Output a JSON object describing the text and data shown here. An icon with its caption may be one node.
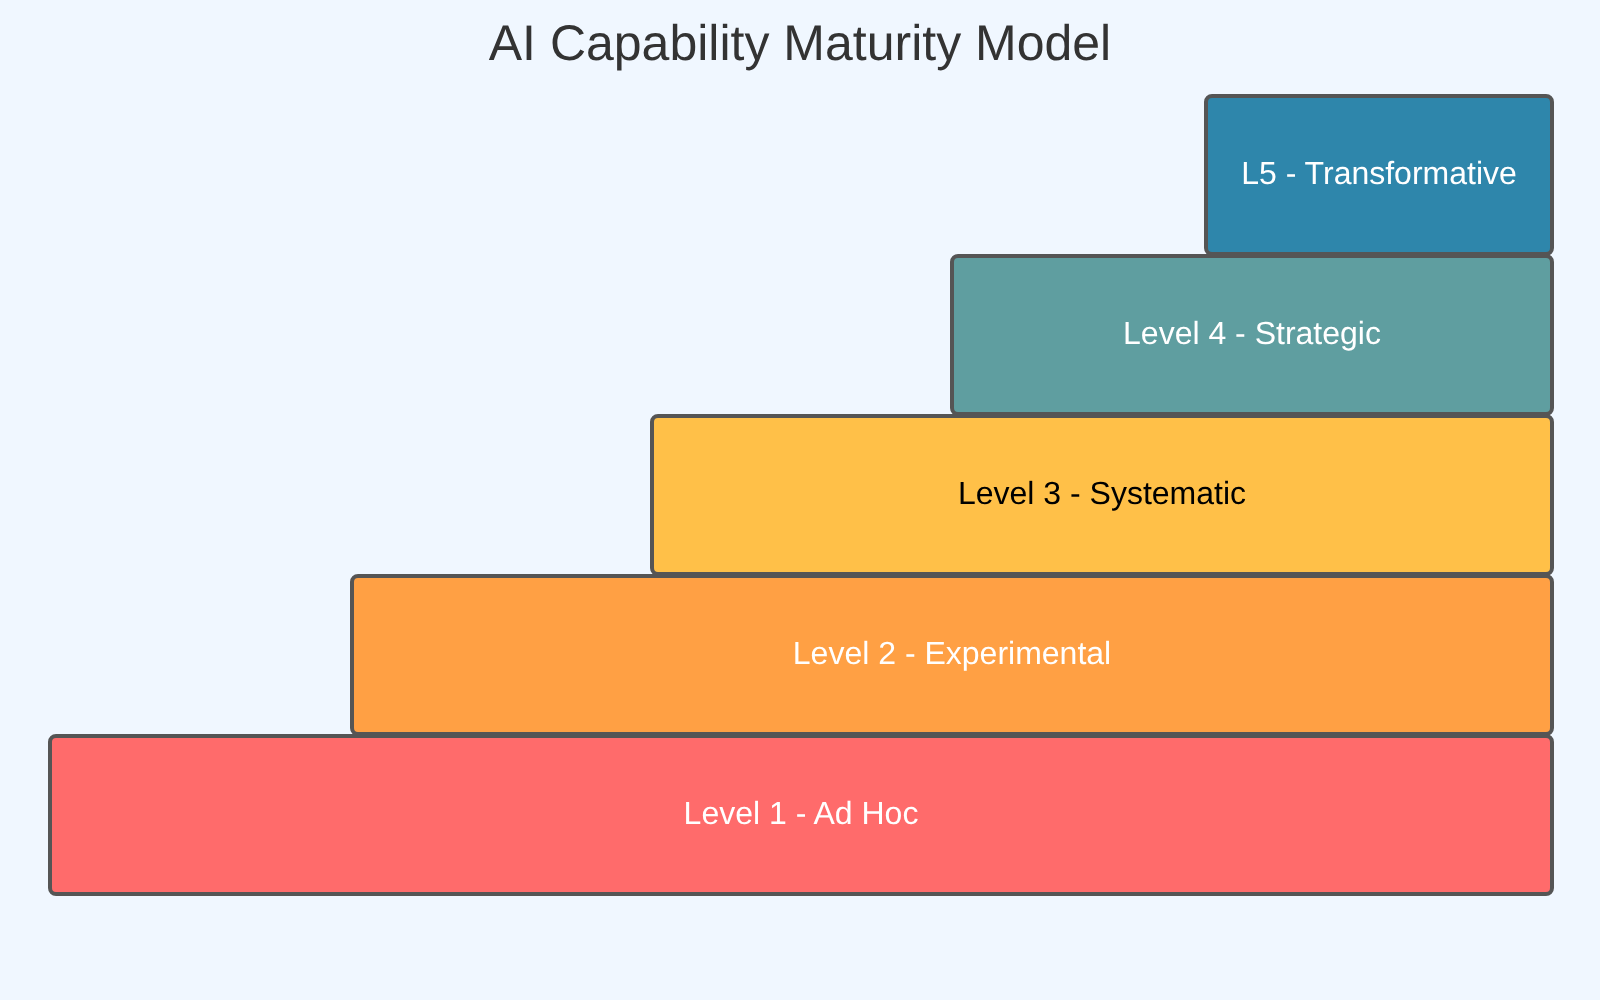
{
  "diagram": {
    "title": "AI Capability Maturity Model",
    "nodes": [
      {
        "text": [
          "L5 - Transformative"
        ]
      },
      {
        "text": [
          "Level 4 - Strategic"
        ]
      },
      {
        "text": [
          "Level 3 - Systematic"
        ]
      },
      {
        "text": [
          "Level 2 - Experimental"
        ]
      },
      {
        "text": [
          "Level 1 - Ad Hoc"
        ]
      }
    ]
  }
}
